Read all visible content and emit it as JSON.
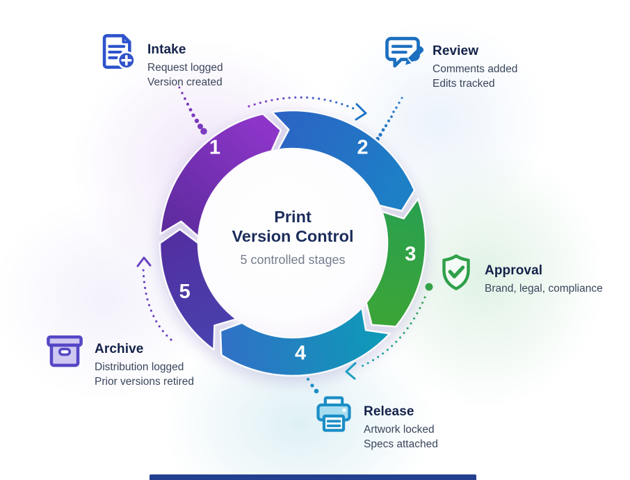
{
  "center": {
    "title_line1": "Print",
    "title_line2": "Version Control",
    "subtitle": "5 controlled stages"
  },
  "stages": [
    {
      "number": "1",
      "title": "Intake",
      "lines": [
        "Request logged",
        "Version created"
      ],
      "icon": "document-add-icon",
      "accent": "#2d53cc"
    },
    {
      "number": "2",
      "title": "Review",
      "lines": [
        "Comments added",
        "Edits tracked"
      ],
      "icon": "comment-edit-icon",
      "accent": "#1d6fc0"
    },
    {
      "number": "3",
      "title": "Approval",
      "lines": [
        "Brand, legal, compliance"
      ],
      "icon": "shield-check-icon",
      "accent": "#2ea04a"
    },
    {
      "number": "4",
      "title": "Release",
      "lines": [
        "Artwork locked",
        "Specs attached"
      ],
      "icon": "printer-icon",
      "accent": "#1b8ec6"
    },
    {
      "number": "5",
      "title": "Archive",
      "lines": [
        "Distribution logged",
        "Prior versions retired"
      ],
      "icon": "archive-box-icon",
      "accent": "#5547c5"
    }
  ],
  "ring": {
    "segments": [
      {
        "number": "1",
        "start": 272,
        "end": 349,
        "label_angle": 321,
        "label_r": 178,
        "color_start": "#5e2b9e",
        "color_end": "#8c35c8"
      },
      {
        "number": "2",
        "start": 349,
        "end": 428.5,
        "label_angle": 396,
        "label_r": 171,
        "color_start": "#2b64c4",
        "color_end": "#1d80c6"
      },
      {
        "number": "3",
        "start": 68.5,
        "end": 131,
        "label_angle": 95,
        "label_r": 170,
        "color_start": "#2aa04e",
        "color_end": "#3aa438"
      },
      {
        "number": "4",
        "start": 131,
        "end": 214.5,
        "label_angle": 176,
        "label_r": 158,
        "color_start": "#0f99b8",
        "color_end": "#2e73c5"
      },
      {
        "number": "5",
        "start": 214.5,
        "end": 272,
        "label_angle": 246,
        "label_r": 170,
        "color_start": "#4841ad",
        "color_end": "#5230a2"
      }
    ]
  }
}
